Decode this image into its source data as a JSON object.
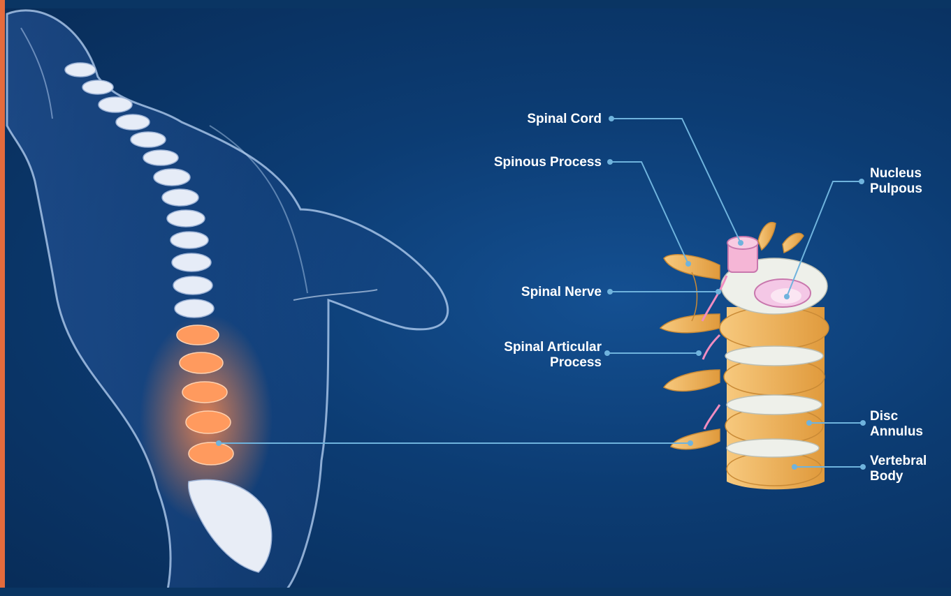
{
  "labels": {
    "spinal_cord": "Spinal Cord",
    "spinous_process": "Spinous Process",
    "spinal_nerve": "Spinal Nerve",
    "spinal_articular_process": "Spinal Articular\nProcess",
    "nucleus_pulpous": "Nucleus\nPulpous",
    "disc_annulus": "Disc\nAnnulus",
    "vertebral_body": "Vertebral\nBody"
  },
  "colors": {
    "background": "#0c3c73",
    "accent": "#e46b3d",
    "leader_line": "#6fb3dd",
    "bone": "#f2b75f",
    "disc": "#eef0ea",
    "nerve": "#f0a3c8",
    "body_glow": "#8fb4e6"
  }
}
